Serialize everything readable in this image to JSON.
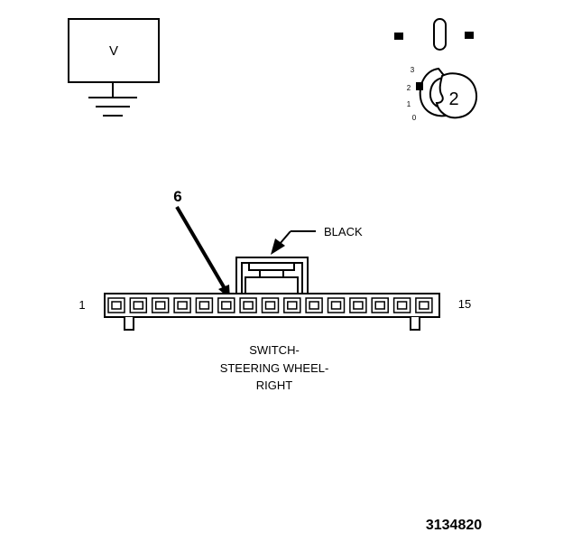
{
  "voltmeter": {
    "symbol": "V"
  },
  "ignition_switch": {
    "positions": [
      "3",
      "2",
      "1",
      "0"
    ],
    "selected": "2"
  },
  "connector": {
    "pin_start": "1",
    "pin_end": "15",
    "pin_count": 15,
    "color_label": "BLACK",
    "probe_pin": "6",
    "name_lines": [
      "SWITCH-",
      "STEERING WHEEL-",
      "RIGHT"
    ]
  },
  "figure_number": "3134820"
}
